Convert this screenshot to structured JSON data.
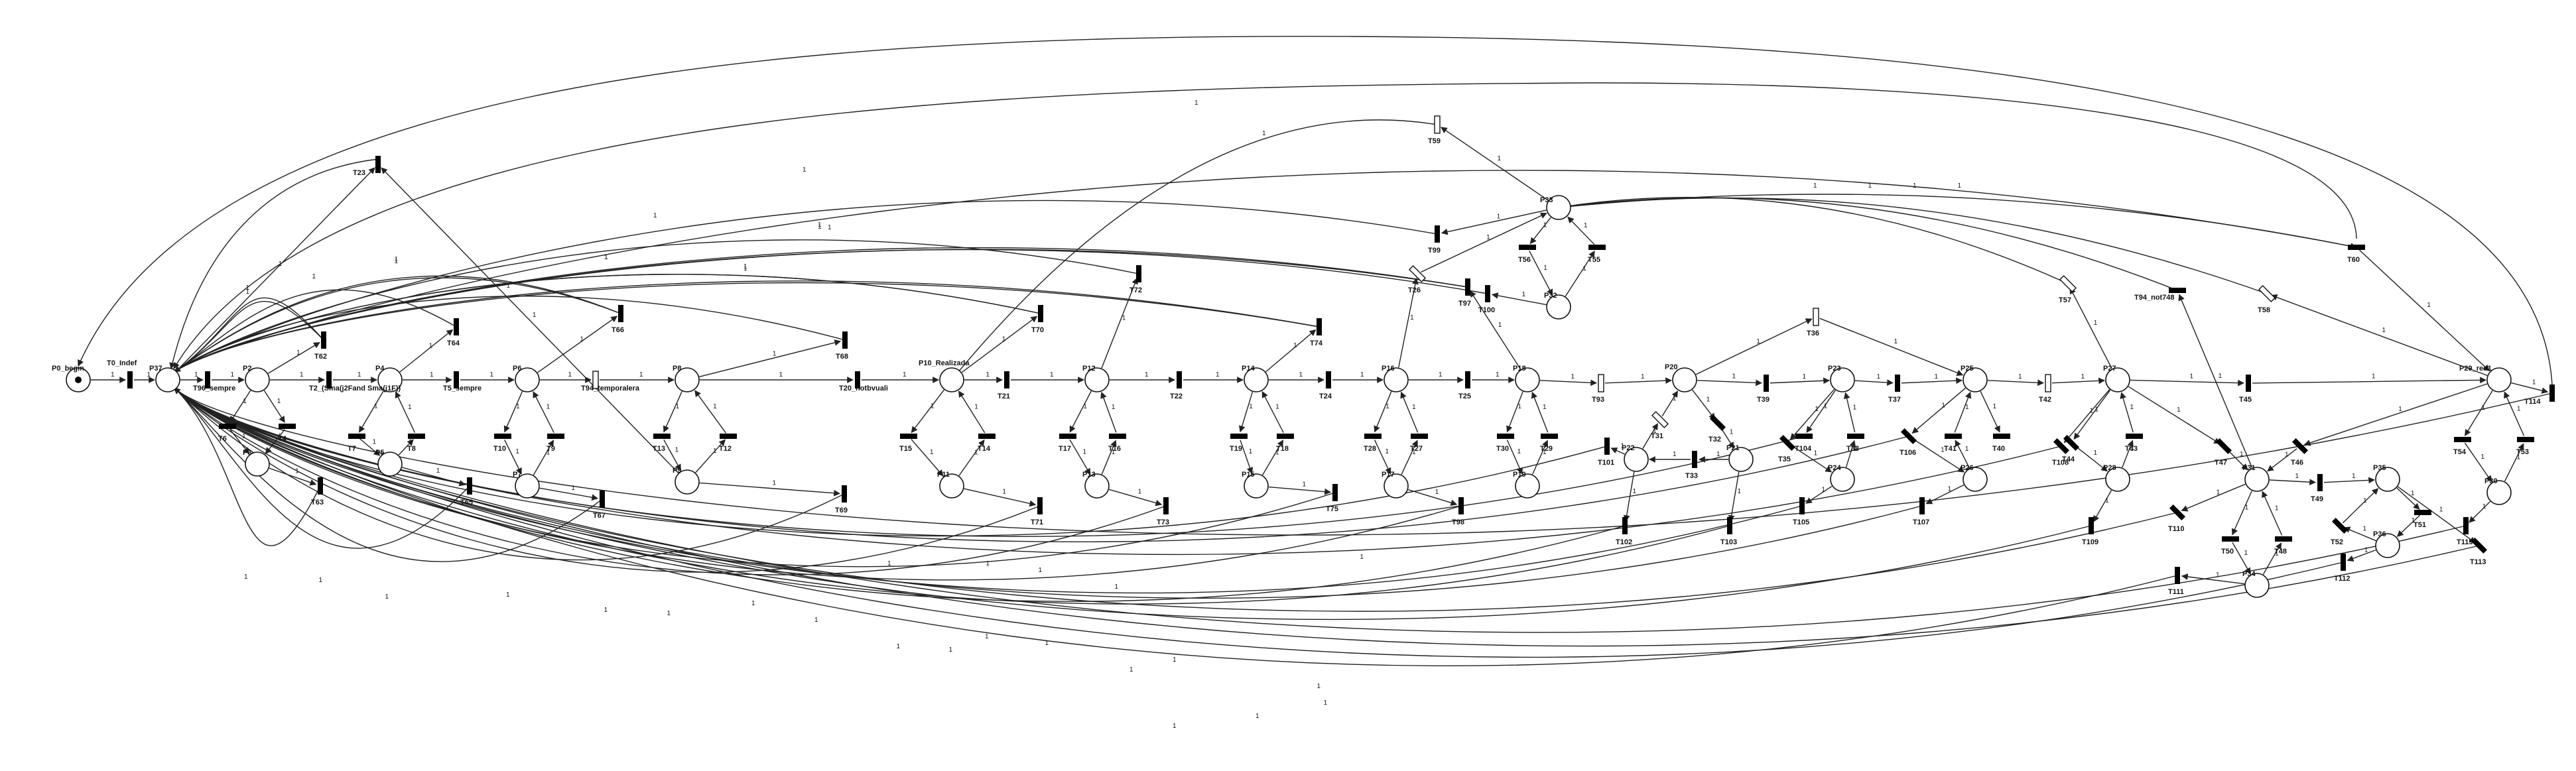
{
  "diagram": {
    "type": "petri-net",
    "arc_weight_label": "1",
    "places": [
      {
        "id": "P0",
        "label": "P0_begin",
        "tokens": 1
      },
      {
        "id": "P37",
        "label": "P37"
      },
      {
        "id": "P2",
        "label": "P2"
      },
      {
        "id": "P3",
        "label": "P3"
      },
      {
        "id": "P4",
        "label": "P4"
      },
      {
        "id": "P5",
        "label": "P5"
      },
      {
        "id": "P6",
        "label": "P6"
      },
      {
        "id": "P7",
        "label": "P7"
      },
      {
        "id": "P8",
        "label": "P8"
      },
      {
        "id": "P9",
        "label": "P9"
      },
      {
        "id": "P10",
        "label": "P10_Realizada"
      },
      {
        "id": "P11",
        "label": "P11"
      },
      {
        "id": "P12",
        "label": "P12"
      },
      {
        "id": "P13",
        "label": "P13"
      },
      {
        "id": "P14",
        "label": "P14"
      },
      {
        "id": "P15",
        "label": "P15"
      },
      {
        "id": "P16",
        "label": "P16"
      },
      {
        "id": "P17",
        "label": "P17"
      },
      {
        "id": "P18",
        "label": "P18"
      },
      {
        "id": "P19",
        "label": "P19"
      },
      {
        "id": "P20",
        "label": "P20"
      },
      {
        "id": "P21",
        "label": "P21"
      },
      {
        "id": "P22",
        "label": "P22"
      },
      {
        "id": "P23",
        "label": "P23"
      },
      {
        "id": "P24",
        "label": "P24"
      },
      {
        "id": "P25",
        "label": "P25"
      },
      {
        "id": "P26",
        "label": "P26"
      },
      {
        "id": "P27",
        "label": "P27"
      },
      {
        "id": "P28",
        "label": "P28"
      },
      {
        "id": "P29",
        "label": "P29_red1"
      },
      {
        "id": "P30",
        "label": "P30"
      },
      {
        "id": "P31",
        "label": "P31"
      },
      {
        "id": "P32",
        "label": "P32"
      },
      {
        "id": "P33",
        "label": "P33"
      },
      {
        "id": "P34",
        "label": "P34"
      },
      {
        "id": "P35",
        "label": "P35"
      },
      {
        "id": "P36",
        "label": "P36"
      }
    ],
    "transitions": [
      {
        "id": "T0",
        "label": "T0_Indef"
      },
      {
        "id": "T96",
        "label": "T96_sempre"
      },
      {
        "id": "T2",
        "label": "T2_(Sma(j2Fand Sma(j1F))"
      },
      {
        "id": "T5",
        "label": "T5_sempre"
      },
      {
        "id": "T94",
        "label": "T94_temporalera"
      },
      {
        "id": "T20",
        "label": "T20_notbvuali"
      },
      {
        "id": "T94n",
        "label": "T94_not748"
      },
      {
        "id": "T114",
        "label": "T114"
      },
      {
        "id": "T23",
        "label": "T23"
      },
      {
        "id": "T99",
        "label": "T99"
      },
      {
        "id": "T59",
        "label": "T59"
      },
      {
        "id": "T56",
        "label": "T56"
      },
      {
        "id": "T55",
        "label": "T55"
      },
      {
        "id": "T100",
        "label": "T100"
      },
      {
        "id": "T26",
        "label": "T26"
      },
      {
        "id": "T60",
        "label": "T60"
      },
      {
        "id": "T57",
        "label": "T57"
      },
      {
        "id": "T58",
        "label": "T58"
      },
      {
        "id": "T62",
        "label": "T62"
      },
      {
        "id": "T64",
        "label": "T64"
      },
      {
        "id": "T66",
        "label": "T66"
      },
      {
        "id": "T68",
        "label": "T68"
      },
      {
        "id": "T70",
        "label": "T70"
      },
      {
        "id": "T72",
        "label": "T72"
      },
      {
        "id": "T74",
        "label": "T74"
      },
      {
        "id": "T97",
        "label": "T97"
      },
      {
        "id": "T36",
        "label": "T36"
      },
      {
        "id": "T6",
        "label": "T6"
      },
      {
        "id": "T4",
        "label": "T4"
      },
      {
        "id": "T7",
        "label": "T7"
      },
      {
        "id": "T8",
        "label": "T8"
      },
      {
        "id": "T10",
        "label": "T10"
      },
      {
        "id": "T9",
        "label": "T9"
      },
      {
        "id": "T13",
        "label": "T13"
      },
      {
        "id": "T12",
        "label": "T12"
      },
      {
        "id": "T15",
        "label": "T15"
      },
      {
        "id": "T14",
        "label": "T14"
      },
      {
        "id": "T21",
        "label": "T21"
      },
      {
        "id": "T17",
        "label": "T17"
      },
      {
        "id": "T16",
        "label": "T16"
      },
      {
        "id": "T22",
        "label": "T22"
      },
      {
        "id": "T19",
        "label": "T19"
      },
      {
        "id": "T18",
        "label": "T18"
      },
      {
        "id": "T24",
        "label": "T24"
      },
      {
        "id": "T28",
        "label": "T28"
      },
      {
        "id": "T27",
        "label": "T27"
      },
      {
        "id": "T25",
        "label": "T25"
      },
      {
        "id": "T30",
        "label": "T30"
      },
      {
        "id": "T29",
        "label": "T29"
      },
      {
        "id": "T93",
        "label": "T93"
      },
      {
        "id": "T98",
        "label": "T98"
      },
      {
        "id": "T39",
        "label": "T39"
      },
      {
        "id": "T32",
        "label": "T32"
      },
      {
        "id": "T31",
        "label": "T31"
      },
      {
        "id": "T33",
        "label": "T33"
      },
      {
        "id": "T101",
        "label": "T101"
      },
      {
        "id": "T102",
        "label": "T102"
      },
      {
        "id": "T103",
        "label": "T103"
      },
      {
        "id": "T37",
        "label": "T37"
      },
      {
        "id": "T35",
        "label": "T35"
      },
      {
        "id": "T38",
        "label": "T38"
      },
      {
        "id": "T104",
        "label": "T104"
      },
      {
        "id": "T105",
        "label": "T105"
      },
      {
        "id": "T42",
        "label": "T42"
      },
      {
        "id": "T106",
        "label": "T106"
      },
      {
        "id": "T41",
        "label": "T41"
      },
      {
        "id": "T40",
        "label": "T40"
      },
      {
        "id": "T107",
        "label": "T107"
      },
      {
        "id": "T44",
        "label": "T44"
      },
      {
        "id": "T43",
        "label": "T43"
      },
      {
        "id": "T108",
        "label": "T108"
      },
      {
        "id": "T109",
        "label": "T109"
      },
      {
        "id": "T45",
        "label": "T45"
      },
      {
        "id": "T47",
        "label": "T47"
      },
      {
        "id": "T46",
        "label": "T46"
      },
      {
        "id": "T49",
        "label": "T49"
      },
      {
        "id": "T50",
        "label": "T50"
      },
      {
        "id": "T48",
        "label": "T48"
      },
      {
        "id": "T110",
        "label": "T110"
      },
      {
        "id": "T111",
        "label": "T111"
      },
      {
        "id": "T51",
        "label": "T51"
      },
      {
        "id": "T52",
        "label": "T52"
      },
      {
        "id": "T112",
        "label": "T112"
      },
      {
        "id": "T113",
        "label": "T113"
      },
      {
        "id": "T54",
        "label": "T54"
      },
      {
        "id": "T53",
        "label": "T53"
      },
      {
        "id": "T115",
        "label": "T115"
      },
      {
        "id": "T63",
        "label": "T63"
      },
      {
        "id": "T65",
        "label": "T65"
      },
      {
        "id": "T67",
        "label": "T67"
      },
      {
        "id": "T69",
        "label": "T69"
      },
      {
        "id": "T71",
        "label": "T71"
      },
      {
        "id": "T73",
        "label": "T73"
      },
      {
        "id": "T75",
        "label": "T75"
      }
    ]
  }
}
